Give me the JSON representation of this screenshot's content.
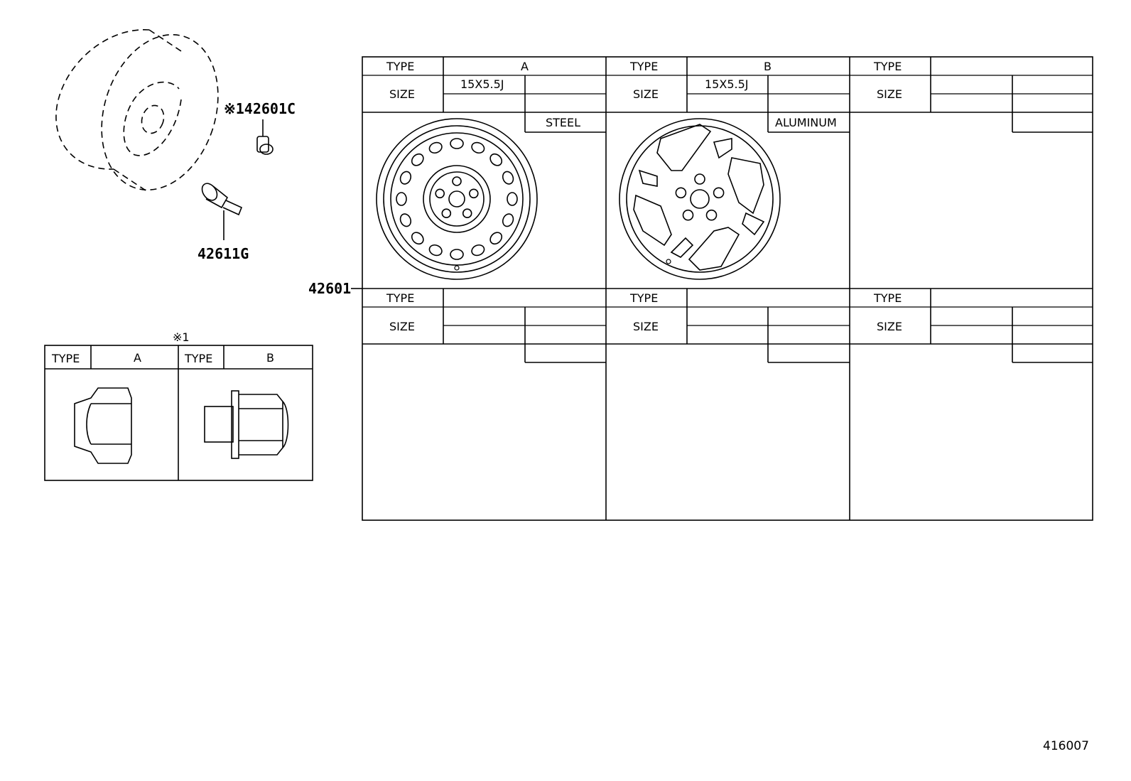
{
  "callouts": {
    "lug_nut_ref": "※142601C",
    "valve": "42611G",
    "wheel": "42601"
  },
  "nut_table": {
    "note": "※1",
    "type_label": "TYPE",
    "type_a": "A",
    "type_b": "B"
  },
  "wheel_table": {
    "type_label": "TYPE",
    "size_label": "SIZE",
    "cells": [
      {
        "type": "A",
        "size": "15X5.5J",
        "material": "STEEL"
      },
      {
        "type": "B",
        "size": "15X5.5J",
        "material": "ALUMINUM"
      },
      {
        "type": "",
        "size": "",
        "material": ""
      },
      {
        "type": "",
        "size": "",
        "material": ""
      },
      {
        "type": "",
        "size": "",
        "material": ""
      },
      {
        "type": "",
        "size": "",
        "material": ""
      }
    ]
  },
  "diagram_id": "416007"
}
